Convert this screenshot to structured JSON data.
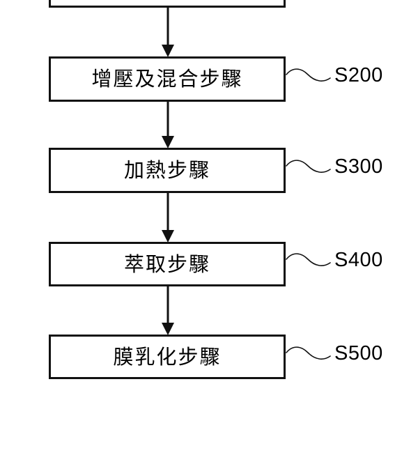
{
  "figure": {
    "type": "process-flowchart",
    "orientation": "vertical-top-down",
    "background_color": "#ffffff",
    "line_color": "#111111",
    "text_color": "#000000"
  },
  "steps": [
    {
      "id": "step-partial-top",
      "label": "",
      "ref": "",
      "note": "partially visible box cropped at top edge of image"
    },
    {
      "id": "step-s200",
      "label": "增壓及混合步驟",
      "ref": "S200"
    },
    {
      "id": "step-s300",
      "label": "加熱步驟",
      "ref": "S300"
    },
    {
      "id": "step-s400",
      "label": "萃取步驟",
      "ref": "S400"
    },
    {
      "id": "step-s500",
      "label": "膜乳化步驟",
      "ref": "S500"
    }
  ],
  "connectors": [
    {
      "from": "step-partial-top",
      "to": "step-s200",
      "style": "arrow-down"
    },
    {
      "from": "step-s200",
      "to": "step-s300",
      "style": "arrow-down"
    },
    {
      "from": "step-s300",
      "to": "step-s400",
      "style": "arrow-down"
    },
    {
      "from": "step-s400",
      "to": "step-s500",
      "style": "arrow-down"
    }
  ],
  "leader_lines": [
    {
      "for": "step-s200",
      "style": "squiggle-wave"
    },
    {
      "for": "step-s300",
      "style": "squiggle-wave"
    },
    {
      "for": "step-s400",
      "style": "squiggle-wave"
    },
    {
      "for": "step-s500",
      "style": "squiggle-wave"
    }
  ]
}
